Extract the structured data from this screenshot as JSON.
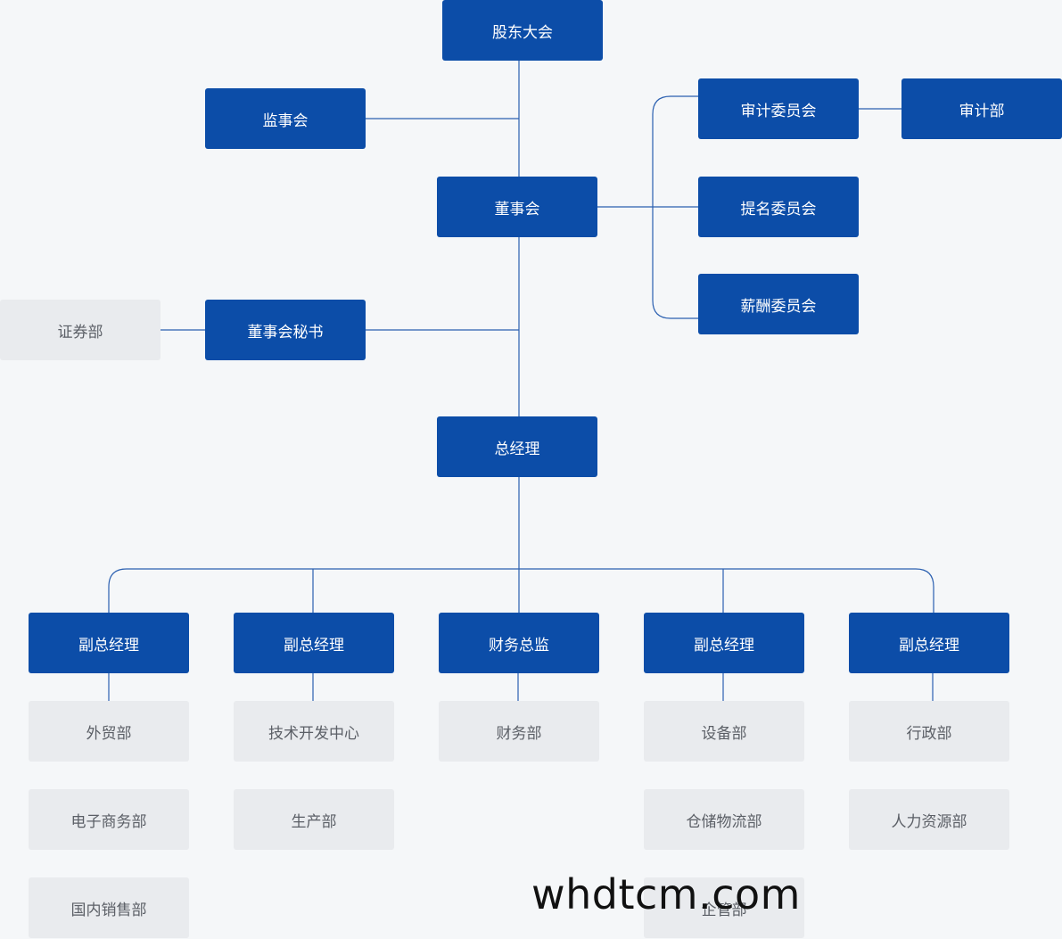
{
  "colors": {
    "background": "#f5f7f9",
    "node_primary": "#0c4da8",
    "node_secondary": "#e9ebee",
    "connector": "#2a5fb0"
  },
  "nodes": {
    "shareholders_meeting": "股东大会",
    "supervisory_board": "监事会",
    "board_of_directors": "董事会",
    "audit_committee": "审计委员会",
    "audit_department": "审计部",
    "nomination_committee": "提名委员会",
    "remuneration_committee": "薪酬委员会",
    "board_secretary": "董事会秘书",
    "securities_department": "证券部",
    "general_manager": "总经理",
    "deputy_gm_1": "副总经理",
    "deputy_gm_2": "副总经理",
    "cfo": "财务总监",
    "deputy_gm_3": "副总经理",
    "deputy_gm_4": "副总经理",
    "foreign_trade_dept": "外贸部",
    "ecommerce_dept": "电子商务部",
    "domestic_sales_dept": "国内销售部",
    "tech_dev_center": "技术开发中心",
    "production_dept": "生产部",
    "finance_dept": "财务部",
    "equipment_dept": "设备部",
    "warehouse_logistics_dept": "仓储物流部",
    "enterprise_mgmt_dept": "企管部",
    "administration_dept": "行政部",
    "hr_dept": "人力资源部"
  },
  "watermark": "whdtcm.com"
}
